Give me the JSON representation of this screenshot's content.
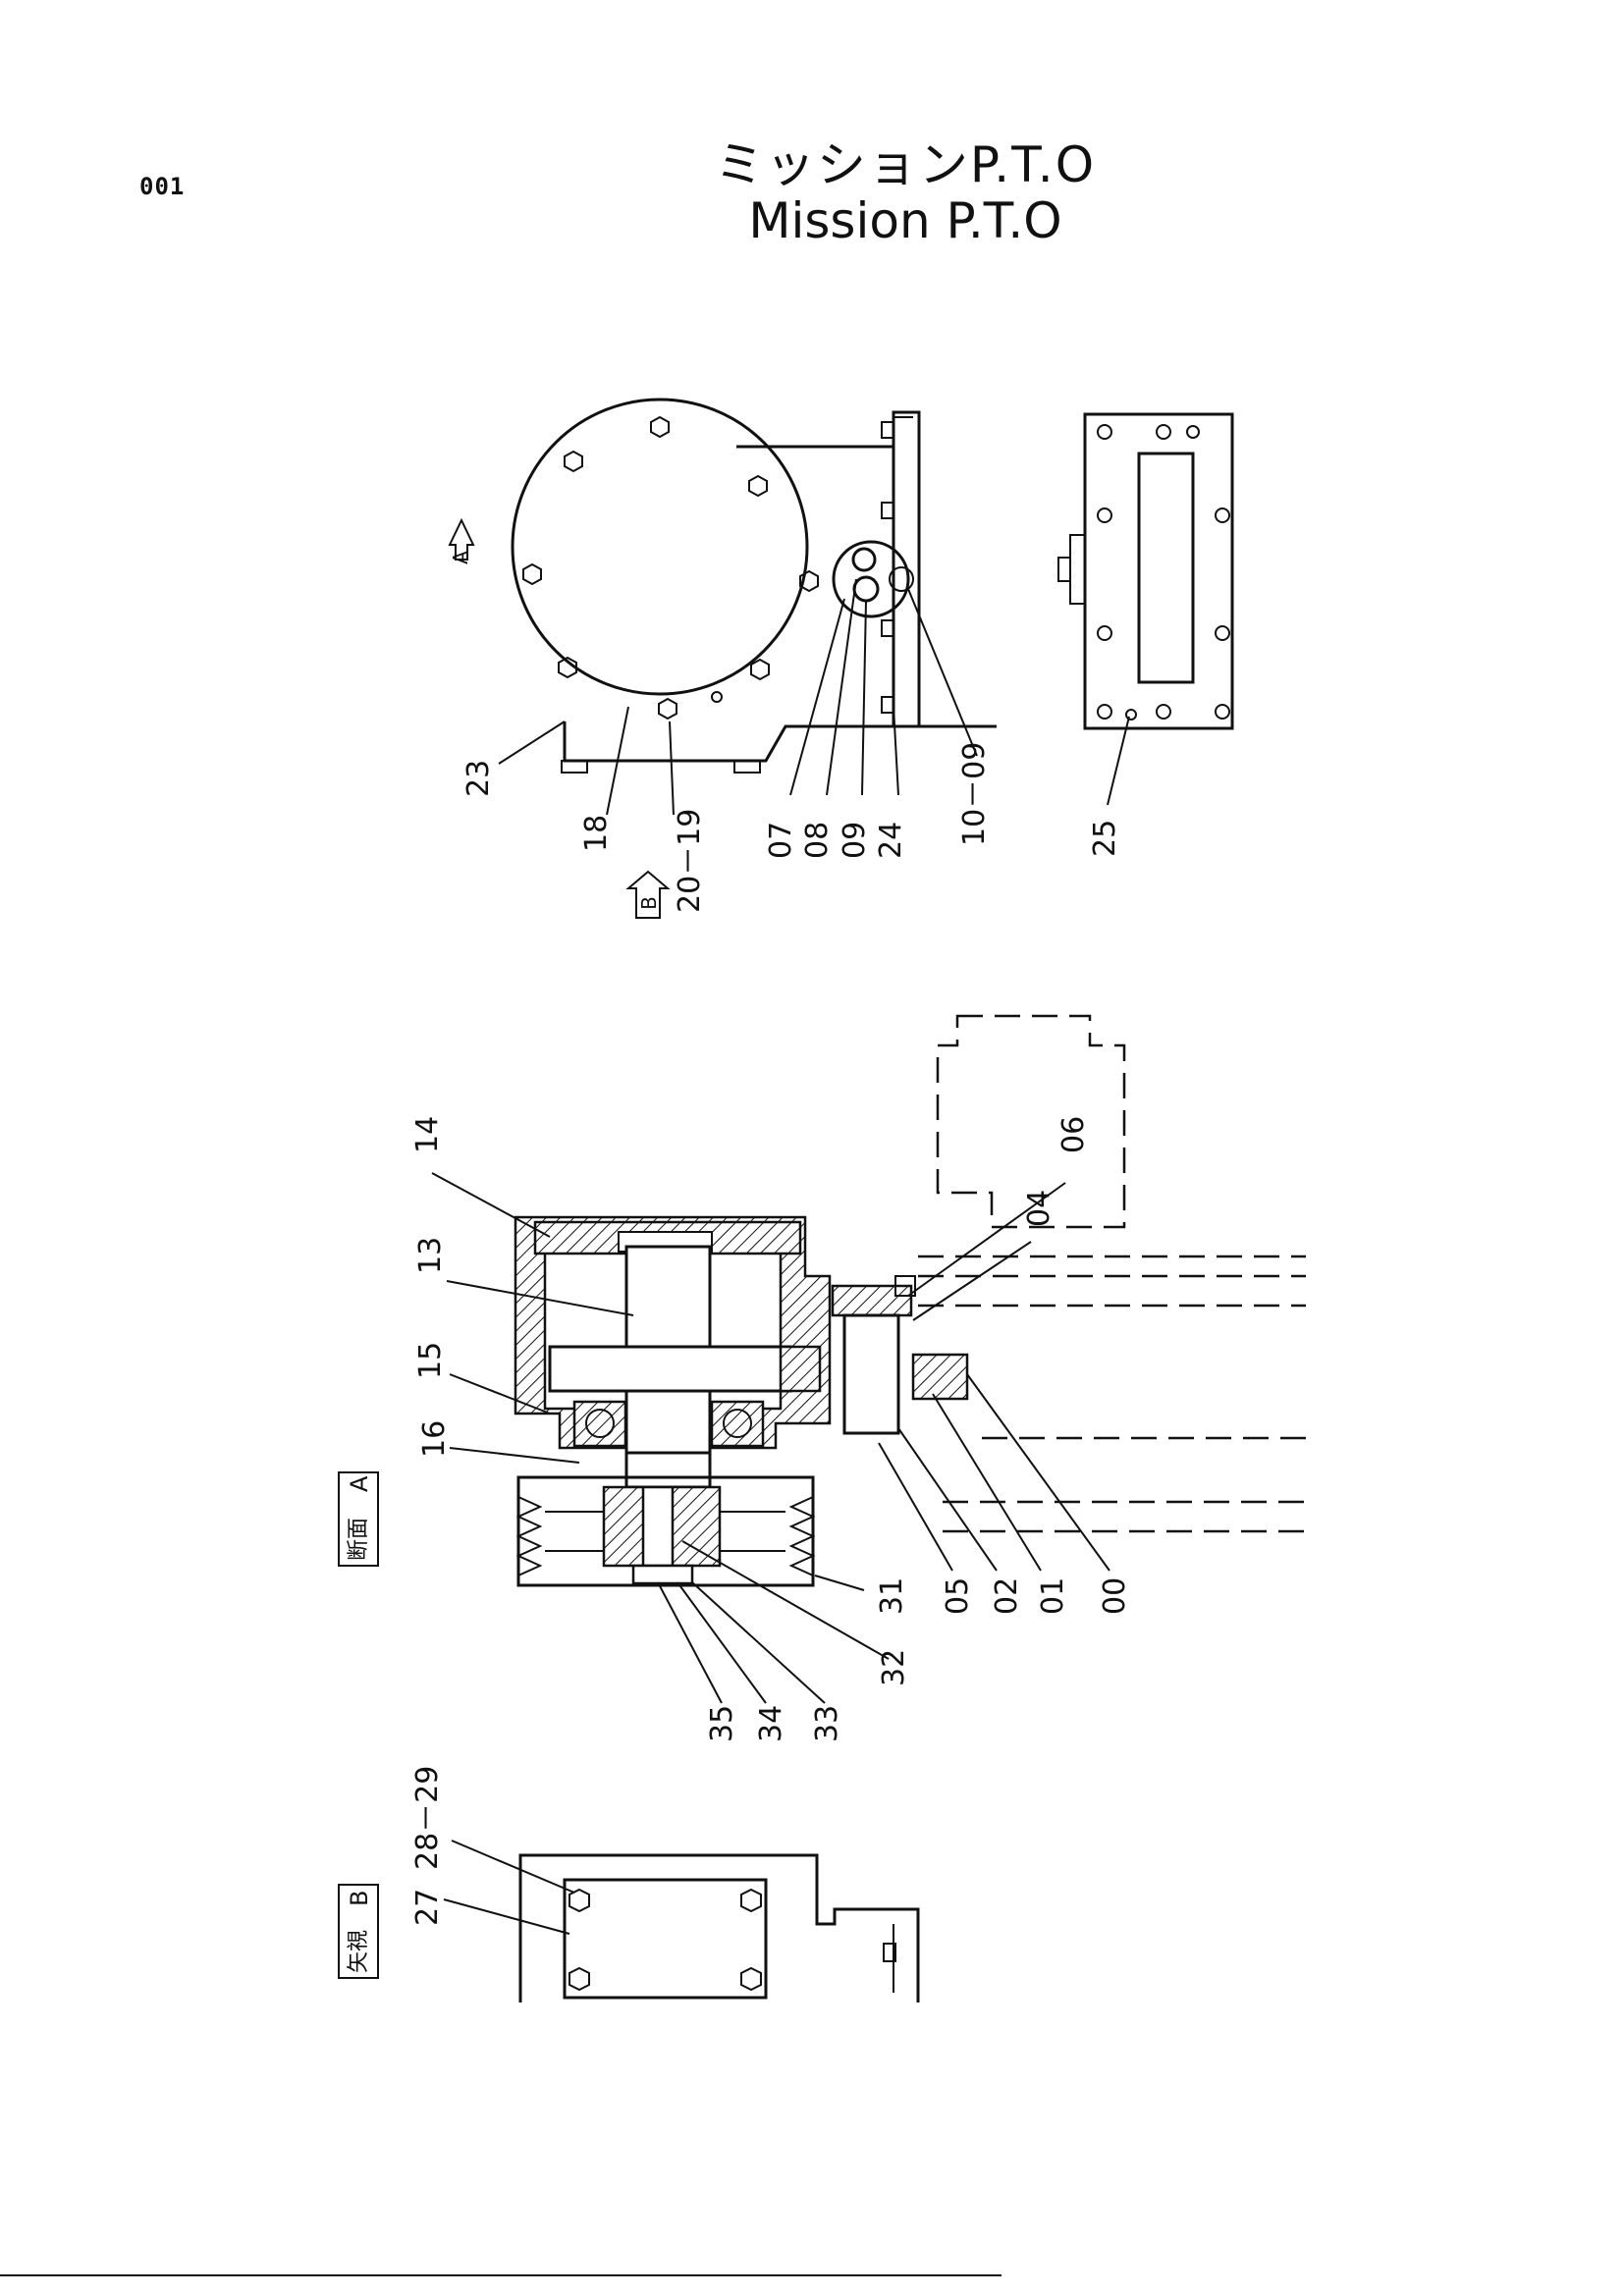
{
  "page": {
    "number": "001"
  },
  "title": {
    "jp": "ミッションP.T.O",
    "en": "Mission  P.T.O"
  },
  "views": {
    "section_a": {
      "label_jp": "断面",
      "label": "A"
    },
    "view_b": {
      "label_jp": "矢視",
      "label": "B"
    },
    "arrow_a": "A",
    "arrow_b": "B"
  },
  "callouts": {
    "top": [
      "23",
      "18",
      "20－19",
      "07",
      "08",
      "09",
      "24",
      "10－09",
      "25"
    ],
    "middle": [
      "14",
      "13",
      "15",
      "16",
      "06",
      "04",
      "05",
      "02",
      "01",
      "00",
      "31",
      "32",
      "33",
      "34",
      "35"
    ],
    "bottom": [
      "28－29",
      "27"
    ]
  }
}
